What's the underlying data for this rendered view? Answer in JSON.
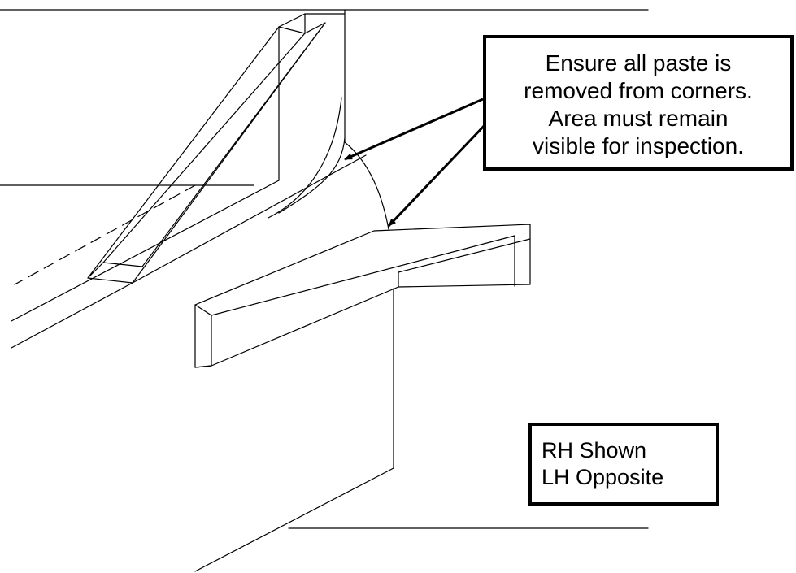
{
  "callout_note": {
    "lines": [
      "Ensure all paste is",
      "removed from corners.",
      "Area must remain",
      "visible for inspection."
    ]
  },
  "orientation_note": {
    "lines": [
      "RH Shown",
      "LH Opposite"
    ]
  },
  "colors": {
    "line": "#000000",
    "background": "#ffffff"
  }
}
